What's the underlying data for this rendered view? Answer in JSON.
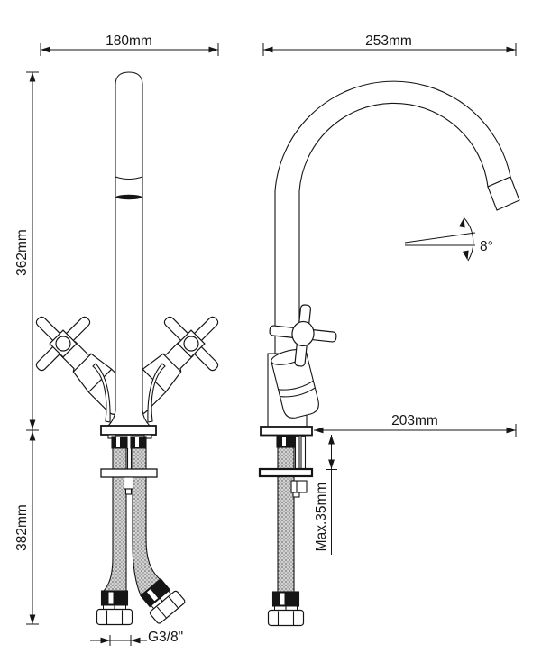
{
  "drawing": {
    "front_view": {
      "overall_width_label": "180mm",
      "spout_height_label": "362mm",
      "hose_length_label": "382mm",
      "hose_thread_label": "G3/8\""
    },
    "side_view": {
      "overall_depth_label": "253mm",
      "spout_reach_label": "203mm",
      "max_counter_thickness_label": "Max.35mm",
      "spout_angle_label": "8°"
    },
    "colors": {
      "line": "#151515",
      "background": "#ffffff",
      "hose": "#d2d2d2"
    }
  }
}
